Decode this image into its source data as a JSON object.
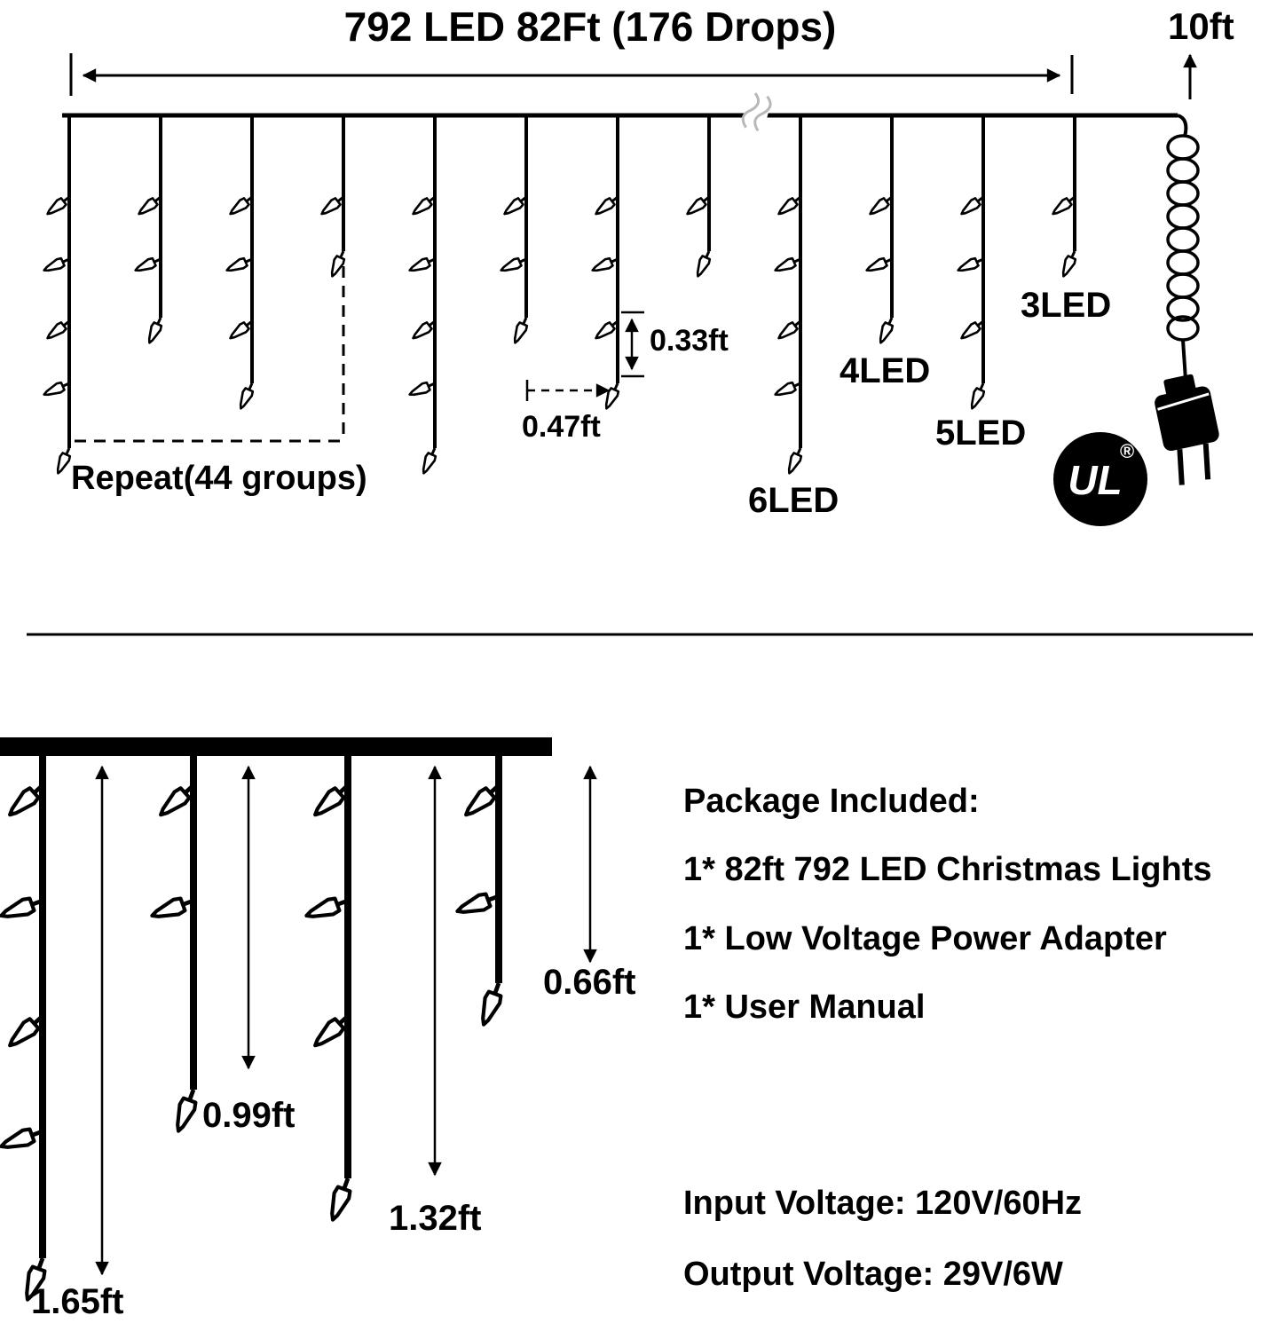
{
  "top_diagram": {
    "title": "792 LED 82Ft (176 Drops)",
    "lead_label": "10ft",
    "repeat_label": "Repeat(44 groups)",
    "led_spacing_label": "0.33ft",
    "drop_spacing_label": "0.47ft",
    "drop_labels": {
      "led3": "3LED",
      "led4": "4LED",
      "led5": "5LED",
      "led6": "6LED"
    },
    "ul_mark": {
      "text": "UL",
      "registered": "®"
    }
  },
  "bottom_diagram": {
    "drop_length_labels": {
      "l066": "0.66ft",
      "l099": "0.99ft",
      "l132": "1.32ft",
      "l165": "1.65ft"
    }
  },
  "package": {
    "heading": "Package Included:",
    "items": [
      "1* 82ft 792 LED Christmas Lights",
      "1* Low Voltage Power Adapter",
      "1* User Manual"
    ]
  },
  "specs": {
    "input_voltage": "Input Voltage: 120V/60Hz",
    "output_voltage": "Output Voltage: 29V/6W"
  },
  "colors": {
    "ink": "#000000",
    "background": "#ffffff"
  }
}
